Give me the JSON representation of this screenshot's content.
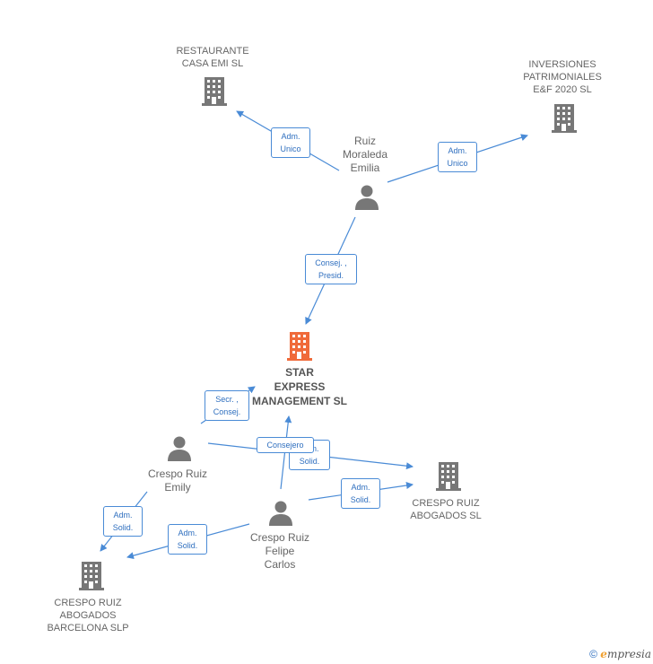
{
  "nodes": {
    "main": {
      "label": "STAR\nEXPRESS\nMANAGEMENT SL",
      "color": "#f06a3a"
    },
    "restaurante": {
      "label": "RESTAURANTE\nCASA EMI  SL"
    },
    "inversiones": {
      "label": "INVERSIONES\nPATRIMONIALES\nE&F 2020  SL"
    },
    "crespo_sl": {
      "label": "CRESPO RUIZ\nABOGADOS SL"
    },
    "crespo_barcelona": {
      "label": "CRESPO RUIZ\nABOGADOS\nBARCELONA SLP"
    },
    "ruiz_moraleda": {
      "label": "Ruiz\nMoraleda\nEmilia"
    },
    "crespo_emily": {
      "label": "Crespo Ruiz\nEmily"
    },
    "crespo_felipe": {
      "label": "Crespo Ruiz\nFelipe\nCarlos"
    }
  },
  "relations": {
    "r1": "Adm.\nUnico",
    "r2": "Adm.\nUnico",
    "r3": "Consej. ,\nPresid.",
    "r4": "Secr. ,\nConsej.",
    "r5": "Consejero",
    "r6": "Adm.\nSolid.",
    "r7": "Adm.\nSolid.",
    "r8": "Adm.\nSolid.",
    "r9": "Adm.\nSolid."
  },
  "colors": {
    "line": "#4a8bd6",
    "building": "#777777",
    "person": "#777777",
    "accent": "#f06a3a"
  },
  "footer": {
    "copyright": "©",
    "brand_initial": "e",
    "brand_rest": "mpresia"
  }
}
